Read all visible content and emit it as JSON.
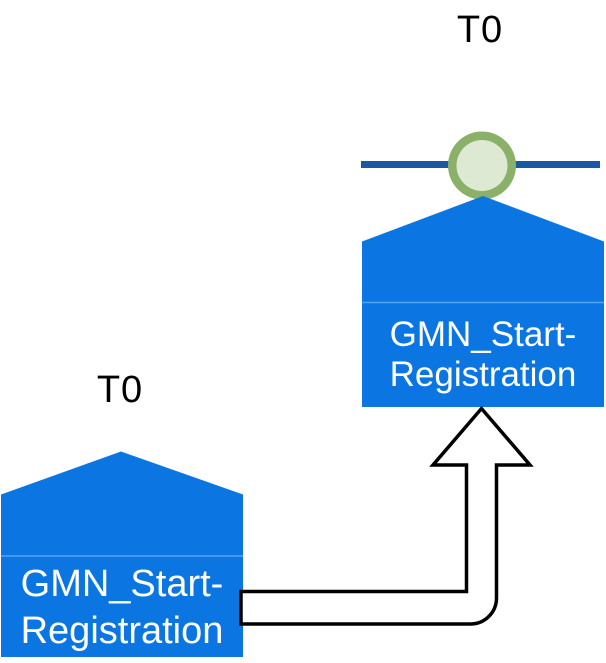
{
  "diagram": {
    "colors": {
      "shape_blue": "#0B76E2",
      "shape_divider_blue": "#56A4EE",
      "timeline_blue": "#1A57A5",
      "marker_ring_green": "#8AB06A",
      "marker_fill_green": "#DDE9D3",
      "arrow_fill": "#FFFFFF",
      "arrow_stroke": "#000000",
      "shape_text": "#FFFFFF",
      "time_text": "#000000"
    },
    "target": {
      "time_label": "T0",
      "label_line1": "GMN_Start-",
      "label_line2": "Registration"
    },
    "source": {
      "time_label": "T0",
      "label_line1": "GMN_Start-",
      "label_line2": "Registration"
    }
  }
}
